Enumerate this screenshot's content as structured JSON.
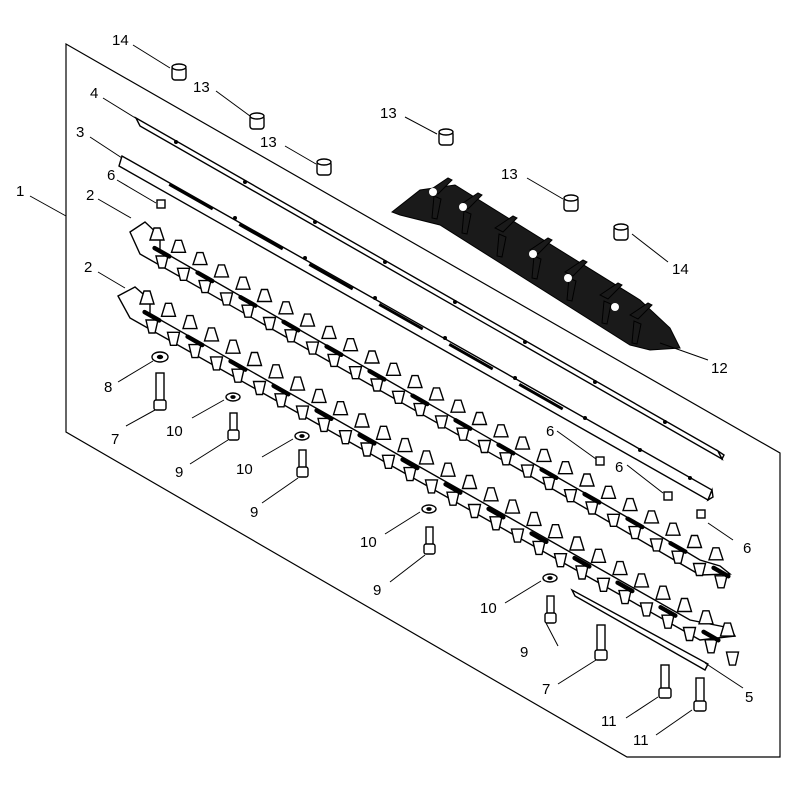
{
  "diagram": {
    "colors": {
      "ink": "#000000",
      "paper": "#ffffff",
      "dark_part": "#1a1a1a"
    },
    "callouts": {
      "c1": "1",
      "c2a": "2",
      "c2b": "2",
      "c3": "3",
      "c4": "4",
      "c5": "5",
      "c6a": "6",
      "c6b": "6",
      "c6c": "6",
      "c6d": "6",
      "c7a": "7",
      "c7b": "7",
      "c8": "8",
      "c9a": "9",
      "c9b": "9",
      "c9c": "9",
      "c9d": "9",
      "c10a": "10",
      "c10b": "10",
      "c10c": "10",
      "c10d": "10",
      "c11a": "11",
      "c11b": "11",
      "c12": "12",
      "c13a": "13",
      "c13b": "13",
      "c13c": "13",
      "c13d": "13",
      "c14a": "14",
      "c14b": "14"
    }
  }
}
